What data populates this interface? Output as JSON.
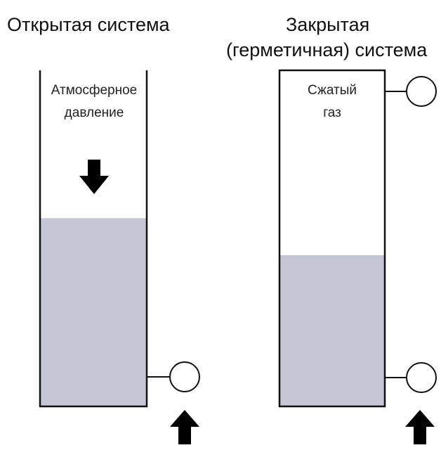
{
  "titles": {
    "open_system": "Открытая система",
    "closed_system_line1": "Закрытая",
    "closed_system_line2": "(герметичная) система"
  },
  "open_tank": {
    "label_line1": "Атмосферное",
    "label_line2": "давление",
    "liquid_level": 0.56
  },
  "closed_tank": {
    "label_line1": "Сжатый",
    "label_line2": "газ",
    "liquid_level": 0.45
  },
  "colors": {
    "liquid": "#c4c6d4",
    "outline": "#111111",
    "arrow": "#000000"
  }
}
